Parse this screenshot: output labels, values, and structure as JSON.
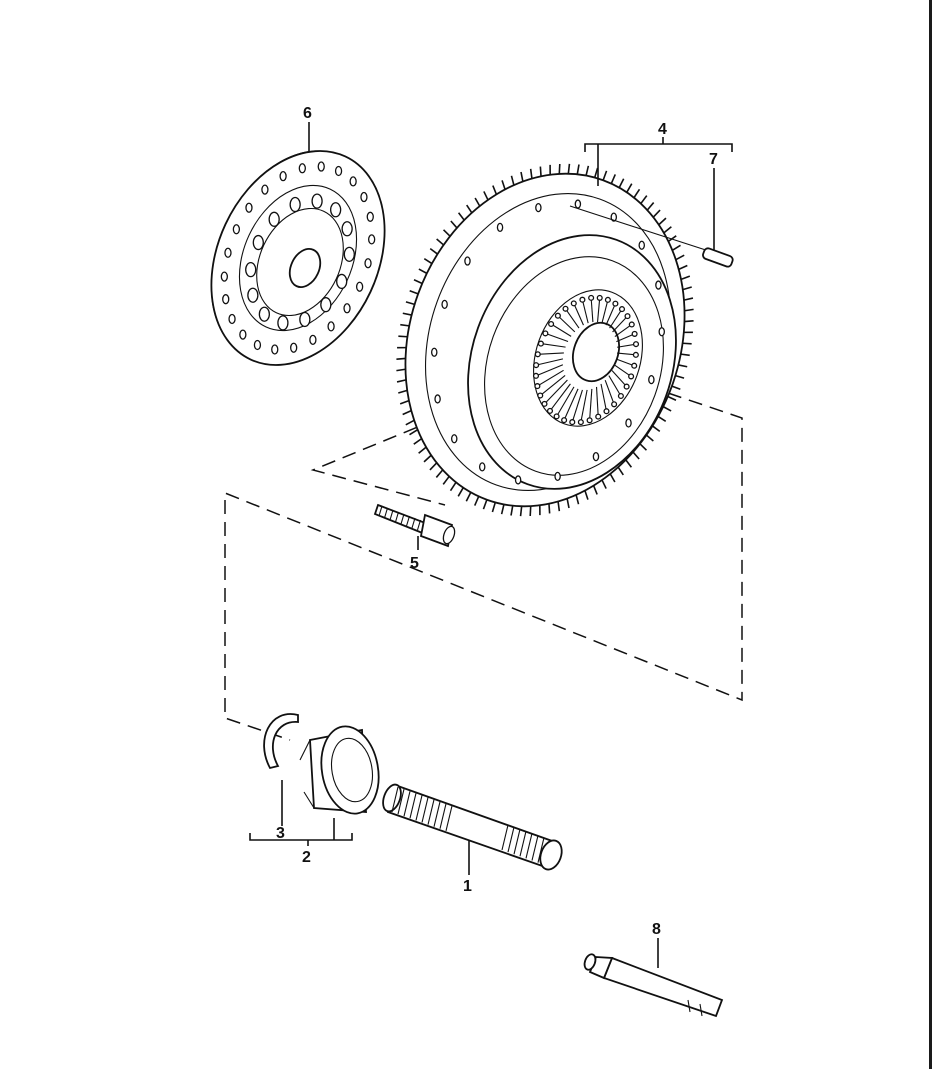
{
  "diagram": {
    "parts": [
      {
        "id": "input-shaft",
        "label": "1"
      },
      {
        "id": "release-bearing-assembly",
        "label": "2"
      },
      {
        "id": "retaining-clip",
        "label": "3"
      },
      {
        "id": "flywheel-pressure-plate-assembly",
        "label": "4"
      },
      {
        "id": "bolt",
        "label": "5"
      },
      {
        "id": "clutch-disc",
        "label": "6"
      },
      {
        "id": "dowel-pin",
        "label": "7"
      },
      {
        "id": "grease-tube",
        "label": "8"
      }
    ]
  },
  "colors": {
    "line": "#111111",
    "background": "#ffffff",
    "rule": "#1a1a1a"
  }
}
